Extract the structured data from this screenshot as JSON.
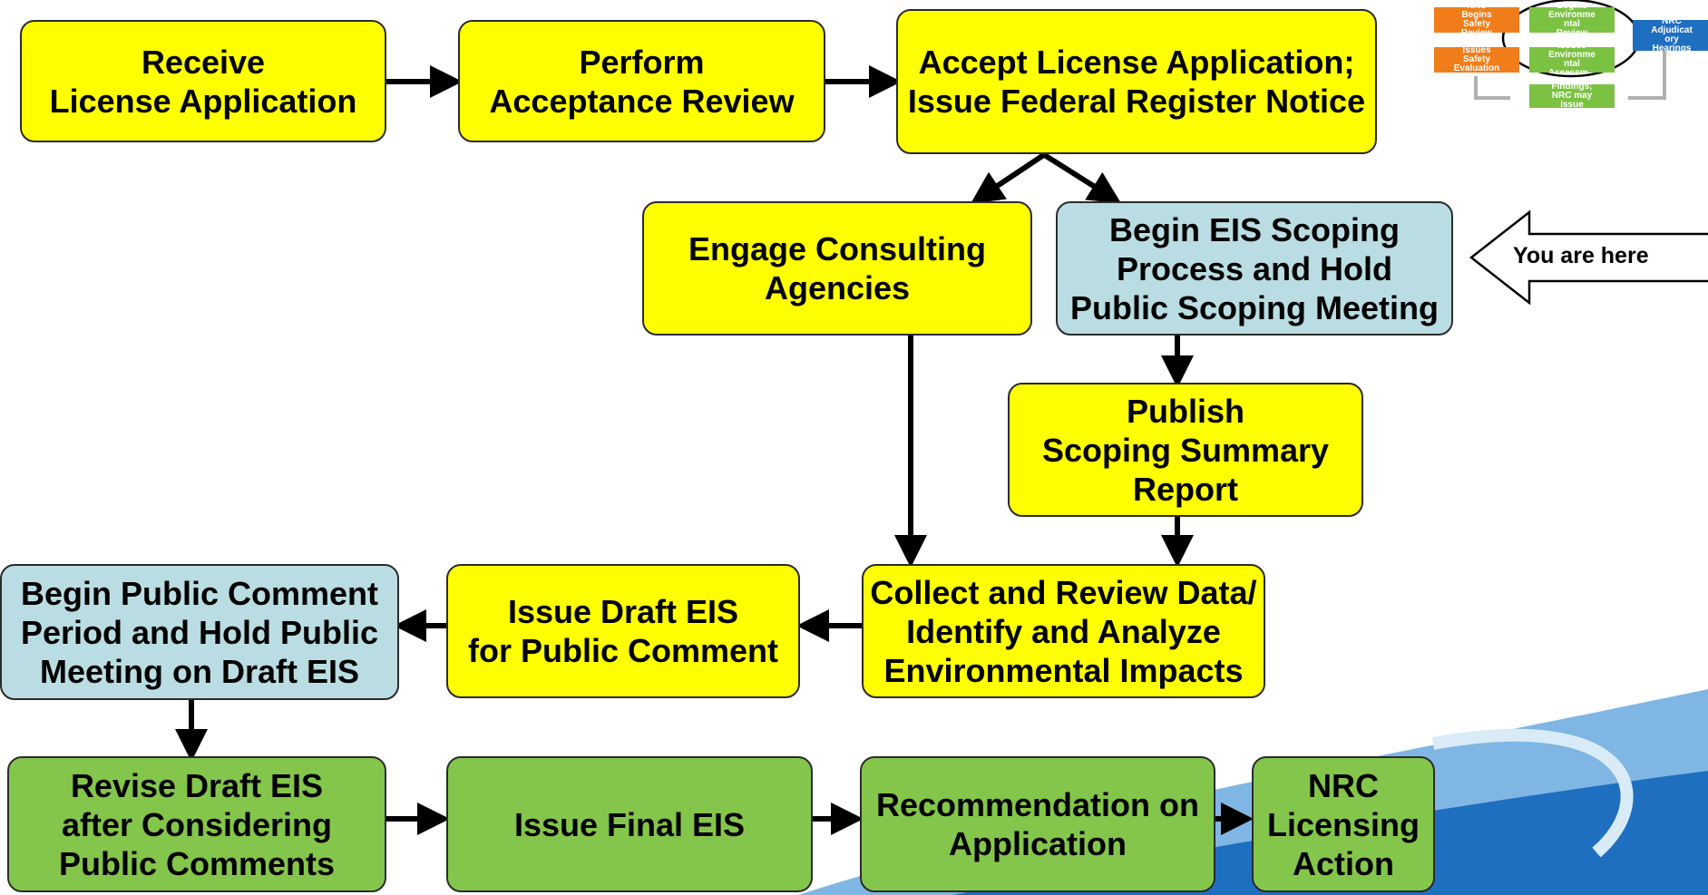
{
  "steps": [
    {
      "id": "receive",
      "color": "#ffff00",
      "lines": [
        "Receive",
        "License Application"
      ]
    },
    {
      "id": "acceptance",
      "color": "#ffff00",
      "lines": [
        "Perform",
        "Acceptance Review"
      ]
    },
    {
      "id": "accept",
      "color": "#ffff00",
      "lines": [
        "Accept License Application;",
        "Issue Federal Register Notice"
      ]
    },
    {
      "id": "engage",
      "color": "#ffff00",
      "lines": [
        "Engage Consulting",
        "Agencies"
      ]
    },
    {
      "id": "scoping",
      "color": "#b9dde2",
      "lines": [
        "Begin EIS Scoping",
        "Process and Hold",
        "Public Scoping Meeting"
      ]
    },
    {
      "id": "publish",
      "color": "#ffff00",
      "lines": [
        "Publish",
        "Scoping Summary",
        "Report"
      ]
    },
    {
      "id": "collect",
      "color": "#ffff00",
      "lines": [
        "Collect and Review Data/",
        "Identify and Analyze",
        "Environmental Impacts"
      ]
    },
    {
      "id": "draft",
      "color": "#ffff00",
      "lines": [
        "Issue Draft EIS",
        "for Public Comment"
      ]
    },
    {
      "id": "comment",
      "color": "#b9dde2",
      "lines": [
        "Begin Public Comment",
        "Period and Hold Public",
        "Meeting on Draft EIS"
      ]
    },
    {
      "id": "revise",
      "color": "#84c64b",
      "lines": [
        "Revise Draft EIS",
        "after Considering",
        "Public Comments"
      ]
    },
    {
      "id": "final",
      "color": "#84c64b",
      "lines": [
        "Issue Final EIS"
      ]
    },
    {
      "id": "recommend",
      "color": "#84c64b",
      "lines": [
        "Recommendation on",
        "Application"
      ]
    },
    {
      "id": "action",
      "color": "#84c64b",
      "lines": [
        "NRC",
        "Licensing",
        "Action"
      ]
    }
  ],
  "indicator": {
    "label": "You are here"
  },
  "thumbnail": {
    "boxes": [
      {
        "id": "t1",
        "color": "#f07d1a",
        "lines": [
          "NRC",
          "Begins",
          "Safety",
          "Review"
        ]
      },
      {
        "id": "t2",
        "color": "#f07d1a",
        "lines": [
          "Issues",
          "Safety",
          "Evaluation"
        ]
      },
      {
        "id": "t3",
        "color": "#7cc242",
        "lines": [
          "Begins",
          "Environme",
          "ntal",
          "Review"
        ]
      },
      {
        "id": "t4",
        "color": "#7cc242",
        "lines": [
          "Issues",
          "Environme",
          "ntal",
          "Assessm..."
        ]
      },
      {
        "id": "t5",
        "color": "#7cc242",
        "lines": [
          "Findings;",
          "NRC may",
          "Issue"
        ]
      },
      {
        "id": "t6",
        "color": "#1f6fc0",
        "lines": [
          "NRC",
          "Adjudicat",
          "ory",
          "Hearings"
        ]
      }
    ]
  },
  "colors": {
    "yellow": "#ffff00",
    "blue": "#b9dde2",
    "green": "#84c64b",
    "brand_blue": "#1f6fc0"
  }
}
